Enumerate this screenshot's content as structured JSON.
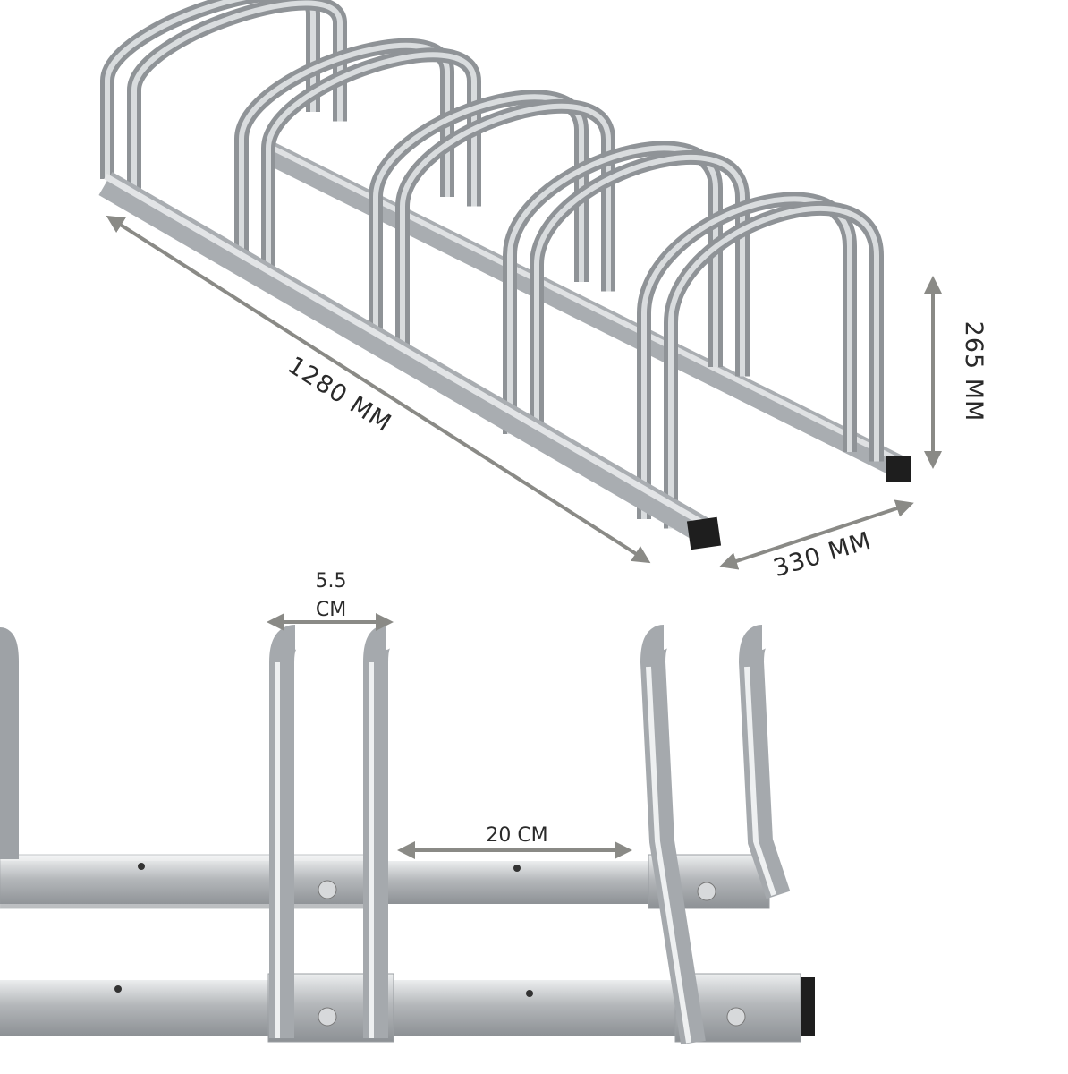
{
  "dimensions": {
    "length": "1280 MM",
    "height": "265 MM",
    "width": "330 MM",
    "tube_gap_value": "5.5",
    "tube_gap_unit": "CM",
    "slot_spacing": "20 CM"
  },
  "colors": {
    "steel": "#b9bcbf",
    "steel_dark": "#8e9296",
    "steel_light": "#e4e6e8",
    "arrow": "#8a8a86",
    "text": "#2a2a2a"
  },
  "rack": {
    "slots": 5
  }
}
